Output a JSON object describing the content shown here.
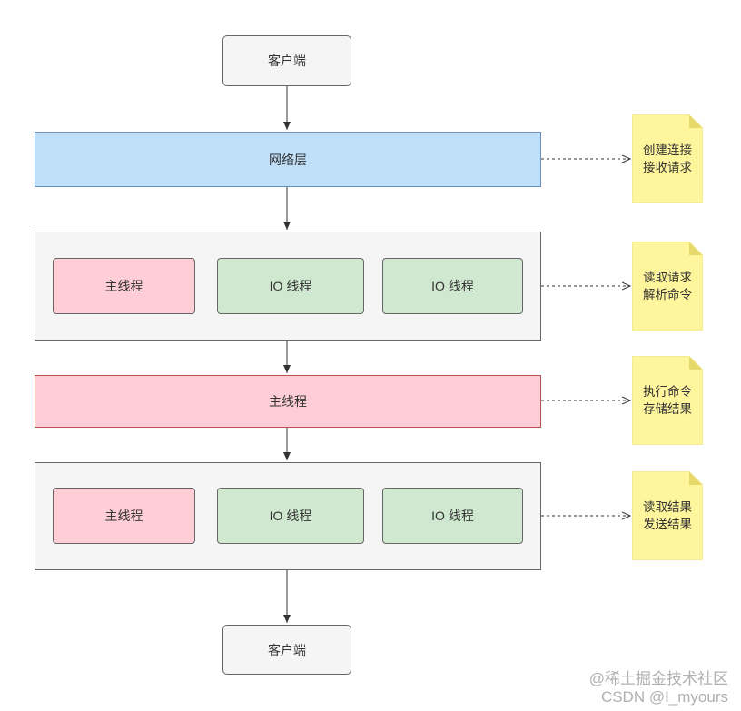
{
  "diagram": {
    "client_top": "客户端",
    "network_layer": "网络层",
    "group1": {
      "main_thread": "主线程",
      "io_thread_1": "IO 线程",
      "io_thread_2": "IO 线程"
    },
    "main_thread_bar": "主线程",
    "group2": {
      "main_thread": "主线程",
      "io_thread_1": "IO 线程",
      "io_thread_2": "IO 线程"
    },
    "client_bottom": "客户端",
    "notes": [
      {
        "line1": "创建连接",
        "line2": "接收请求"
      },
      {
        "line1": "读取请求",
        "line2": "解析命令"
      },
      {
        "line1": "执行命令",
        "line2": "存储结果"
      },
      {
        "line1": "读取结果",
        "line2": "发送结果"
      }
    ],
    "colors": {
      "client": "#f5f5f5",
      "network": "#bfdef8",
      "main_thread": "#ffcdd6",
      "io_thread": "#cfe8cf",
      "group": "#f5f5f5",
      "note": "#fff59d"
    }
  },
  "watermark": {
    "line1": "@稀土掘金技术社区",
    "line2": "CSDN @I_myours"
  }
}
